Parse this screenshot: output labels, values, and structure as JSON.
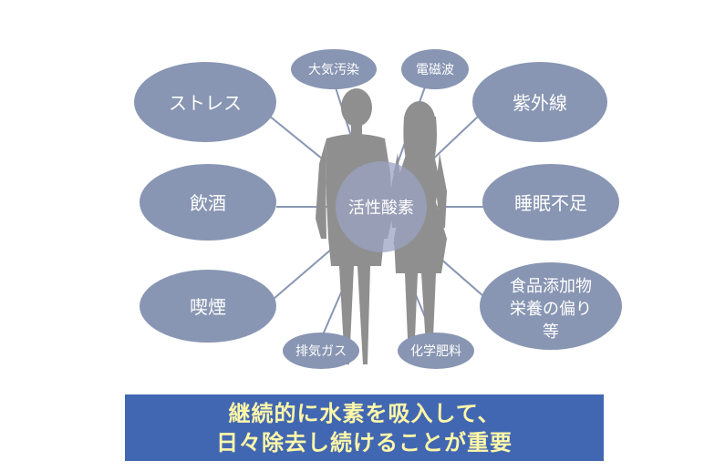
{
  "center": {
    "label": "活性酸素"
  },
  "factors": {
    "stress": "ストレス",
    "air_pollution": "大気汚染",
    "em_waves": "電磁波",
    "uv": "紫外線",
    "drinking": "飲酒",
    "sleep": "睡眠不足",
    "smoking": "喫煙",
    "exhaust": "排気ガス",
    "chem_fert": "化学肥料",
    "food_additives": [
      "食品添加物",
      "栄養の偏り",
      "等"
    ]
  },
  "banner": {
    "line1": "継続的に水素を吸入して、",
    "line2": "日々除去し続けることが重要"
  },
  "colors": {
    "bubble": "#8896b3",
    "connector": "#8896b3",
    "silhouette": "#8f8f8f",
    "center_bubble": "#9aa3c2",
    "banner_bg": "#4267b2",
    "banner_text": "#fff8a8"
  }
}
